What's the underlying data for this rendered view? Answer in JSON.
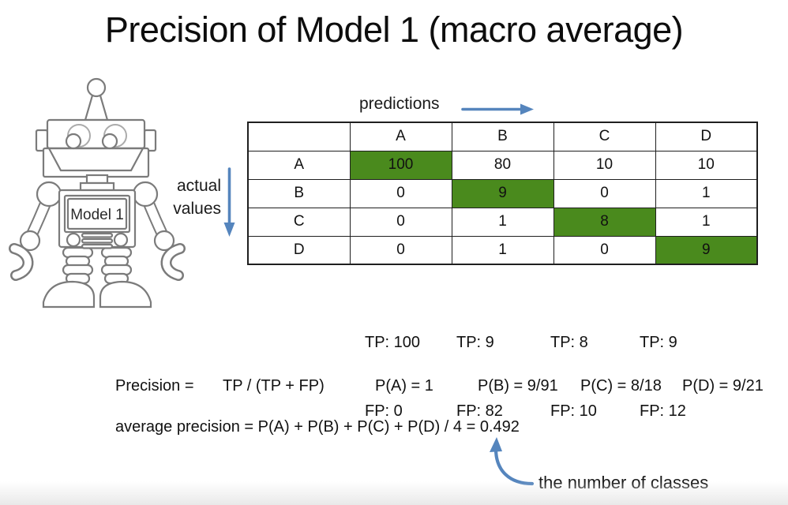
{
  "title": "Precision of Model 1 (macro average)",
  "robot": {
    "label": "Model 1"
  },
  "axis_labels": {
    "predictions": "predictions",
    "actual_line1": "actual",
    "actual_line2": "values"
  },
  "matrix": {
    "col_headers": [
      "A",
      "B",
      "C",
      "D"
    ],
    "rows": [
      {
        "label": "A",
        "values": [
          100,
          80,
          10,
          10
        ],
        "highlight_col": 0
      },
      {
        "label": "B",
        "values": [
          0,
          9,
          0,
          1
        ],
        "highlight_col": 1
      },
      {
        "label": "C",
        "values": [
          0,
          1,
          8,
          1
        ],
        "highlight_col": 2
      },
      {
        "label": "D",
        "values": [
          0,
          1,
          0,
          9
        ],
        "highlight_col": 3
      }
    ]
  },
  "column_stats": [
    {
      "tp": "TP: 100",
      "fp": "FP: 0"
    },
    {
      "tp": "TP: 9",
      "fp": "FP: 82"
    },
    {
      "tp": "TP: 8",
      "fp": "FP: 10"
    },
    {
      "tp": "TP: 9",
      "fp": "FP: 12"
    }
  ],
  "formulas": {
    "precision_label": "Precision =",
    "precision_formula": "TP / (TP + FP)",
    "pa": "P(A) = 1",
    "pb": "P(B) = 9/91",
    "pc": "P(C) = 8/18",
    "pd": "P(D) = 9/21",
    "average": "average precision = P(A) + P(B) + P(C) + P(D) / 4 = 0.492"
  },
  "annotation": {
    "text": "the number of classes"
  },
  "colors": {
    "highlight_green": "#4a8a1d",
    "arrow_blue": "#5585bd",
    "robot_line": "#7b7b7b"
  }
}
